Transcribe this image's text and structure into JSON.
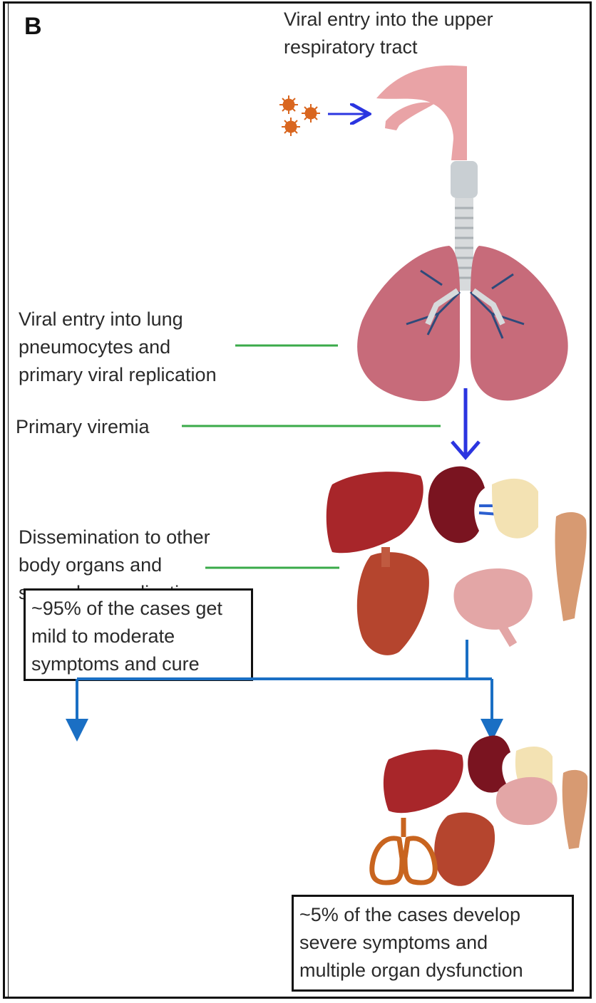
{
  "panel_label": "B",
  "steps": {
    "entry": "Viral entry into the upper\nrespiratory tract",
    "lung": "Viral entry into lung\npneumocytes and\nprimary viral replication",
    "viremia": "Primary viremia",
    "dissemination": "Dissemination to other\nbody organs and\nsecondary replication"
  },
  "outcomes": {
    "mild": "~95% of the cases get\nmild to moderate\nsymptoms and cure",
    "severe": "~5% of the cases develop\nsevere symptoms and\nmultiple organ dysfunction"
  },
  "colors": {
    "flow_arrow": "#2b35e0",
    "branch_arrow": "#1a6fc4",
    "connector": "#3aaa4a",
    "virus": "#d9661f",
    "airway": "#e9a3a6",
    "lung": "#c76b7a",
    "liver": "#a8262a",
    "kidney": "#7a1420",
    "intestine": "#f3e2b3",
    "heart": "#b5452e",
    "brain": "#e3a6a6",
    "muscle": "#d79a72"
  },
  "icons": [
    "virus-icon",
    "airway-icon",
    "trachea-icon",
    "lungs-icon",
    "liver-icon",
    "kidney-icon",
    "intestine-icon",
    "heart-icon",
    "brain-icon",
    "muscle-icon",
    "damaged-lungs-icon"
  ]
}
